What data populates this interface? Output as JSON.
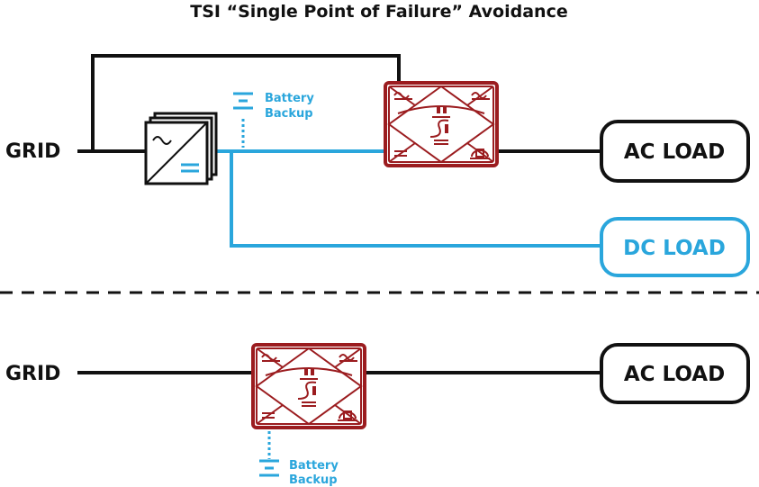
{
  "title": "TSI “Single Point of Failure” Avoidance",
  "top_section": {
    "grid_label": "GRID",
    "battery_line1": "Battery",
    "battery_line2": "Backup",
    "ac_load_label": "AC LOAD",
    "dc_load_label": "DC LOAD"
  },
  "bottom_section": {
    "grid_label": "GRID",
    "battery_line1": "Battery",
    "battery_line2": "Backup",
    "ac_load_label": "AC LOAD"
  },
  "colors": {
    "ac_wire": "#111111",
    "dc_wire": "#2aa6dc",
    "tsi_module": "#9b1c1f"
  },
  "icons": {
    "rectifier": "rectifier-ac-dc-icon",
    "tsi_module": "tsi-inverter-module-icon",
    "battery": "battery-icon"
  }
}
